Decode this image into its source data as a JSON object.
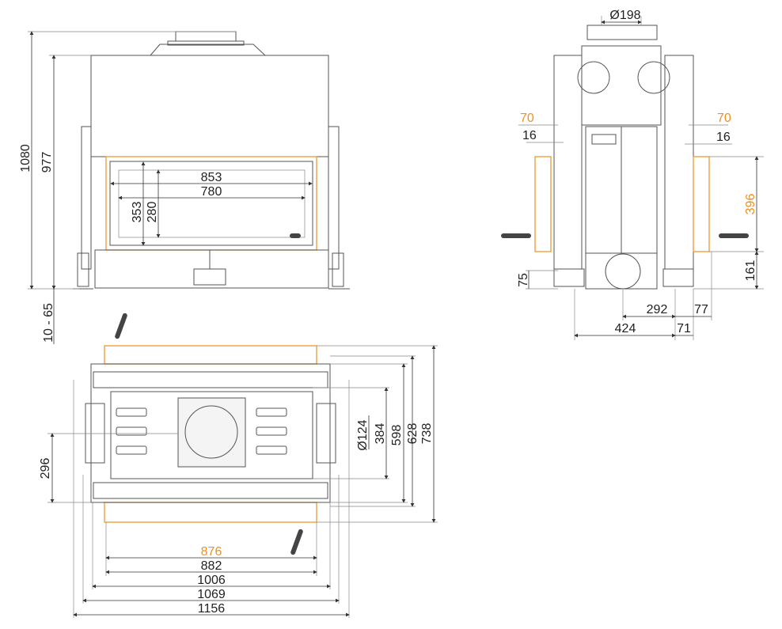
{
  "front_view": {
    "total_height": "1080",
    "body_height": "977",
    "feet_adjust": "10 - 65",
    "glass_width_outer": "853",
    "glass_width_inner": "780",
    "glass_height_outer": "353",
    "glass_height_inner": "280"
  },
  "side_view": {
    "flue_diameter": "Ø198",
    "left_offset_outer": "70",
    "left_offset_inner": "16",
    "right_offset_outer": "70",
    "right_offset_inner": "16",
    "panel_height": "396",
    "base_height": "161",
    "foot_height": "75",
    "depth_center": "292",
    "depth_rear": "77",
    "depth_total": "424",
    "depth_foot": "71"
  },
  "top_view": {
    "flue_diameter": "Ø124",
    "depth_384": "384",
    "depth_598": "598",
    "depth_628": "628",
    "depth_738": "738",
    "offset_296": "296",
    "width_876": "876",
    "width_882": "882",
    "width_1006": "1006",
    "width_1069": "1069",
    "width_1156": "1156"
  },
  "colors": {
    "accent": "#f0a040",
    "line": "#555555"
  }
}
